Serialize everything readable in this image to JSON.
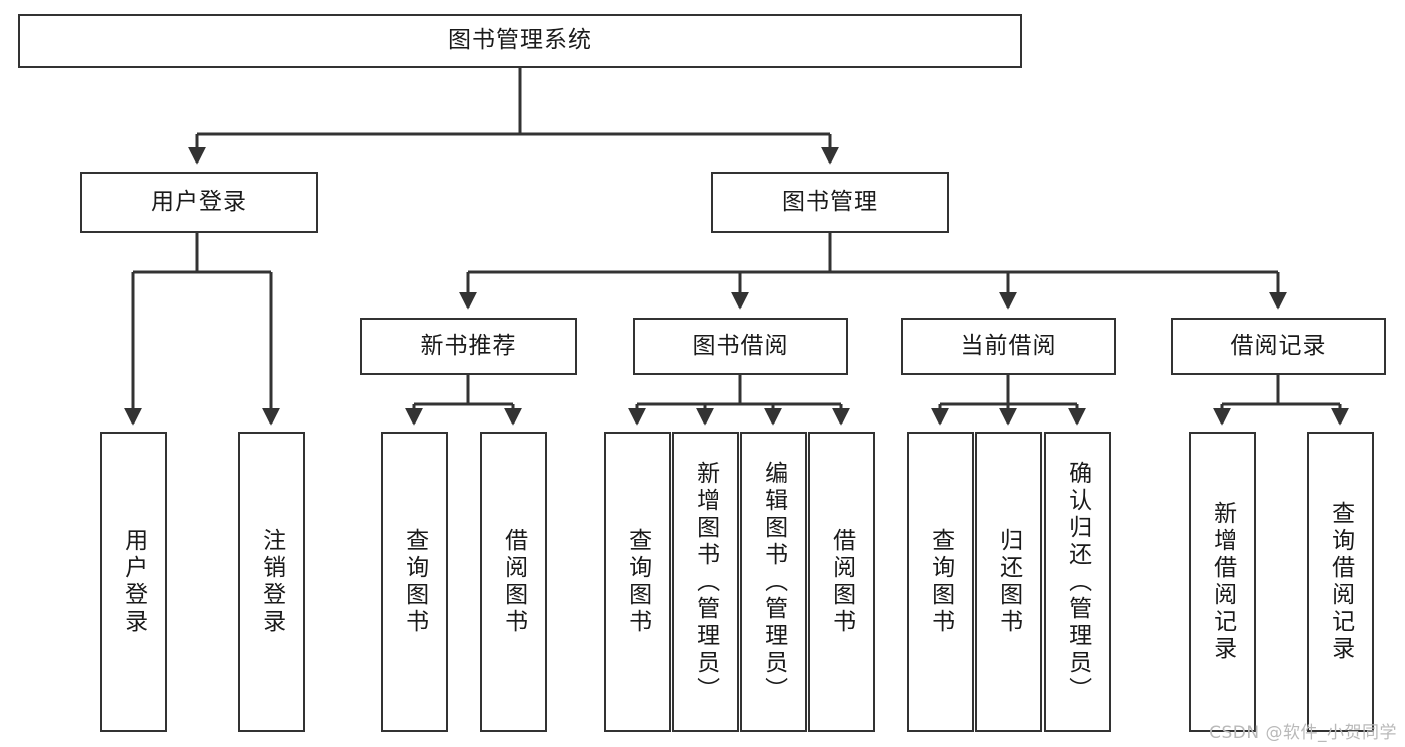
{
  "diagram": {
    "type": "tree",
    "title": "图书管理系统",
    "orientation": "top-down",
    "background_color": "#ffffff",
    "line_color": "#333333",
    "box_fill": "#ffffff",
    "text_color": "#1a1a1a"
  },
  "nodes": {
    "root": {
      "label": "图书管理系统",
      "level": 0
    },
    "level1": [
      {
        "id": "user-login",
        "label": "用户登录"
      },
      {
        "id": "book-manage",
        "label": "图书管理"
      }
    ],
    "level2": [
      {
        "id": "new-book-rec",
        "label": "新书推荐",
        "parent": "book-manage"
      },
      {
        "id": "book-borrow",
        "label": "图书借阅",
        "parent": "book-manage"
      },
      {
        "id": "current-borrow",
        "label": "当前借阅",
        "parent": "book-manage"
      },
      {
        "id": "borrow-record",
        "label": "借阅记录",
        "parent": "book-manage"
      }
    ],
    "leaves": [
      {
        "id": "leaf-user-login",
        "label": "用户登录",
        "parent": "user-login"
      },
      {
        "id": "leaf-logout",
        "label": "注销登录",
        "parent": "user-login"
      },
      {
        "id": "leaf-query-book-1",
        "label": "查询图书",
        "parent": "new-book-rec"
      },
      {
        "id": "leaf-borrow-book-1",
        "label": "借阅图书",
        "parent": "new-book-rec"
      },
      {
        "id": "leaf-query-book-2",
        "label": "查询图书",
        "parent": "book-borrow"
      },
      {
        "id": "leaf-add-book",
        "label": "新增图书（管理员）",
        "parent": "book-borrow"
      },
      {
        "id": "leaf-edit-book",
        "label": "编辑图书（管理员）",
        "parent": "book-borrow"
      },
      {
        "id": "leaf-borrow-book-2",
        "label": "借阅图书",
        "parent": "book-borrow"
      },
      {
        "id": "leaf-query-book-3",
        "label": "查询图书",
        "parent": "current-borrow"
      },
      {
        "id": "leaf-return-book",
        "label": "归还图书",
        "parent": "current-borrow"
      },
      {
        "id": "leaf-confirm-return",
        "label": "确认归还（管理员）",
        "parent": "current-borrow"
      },
      {
        "id": "leaf-add-record",
        "label": "新增借阅记录",
        "parent": "borrow-record"
      },
      {
        "id": "leaf-query-record",
        "label": "查询借阅记录",
        "parent": "borrow-record"
      }
    ]
  },
  "watermark": {
    "text": "CSDN @软件_小贺同学"
  }
}
